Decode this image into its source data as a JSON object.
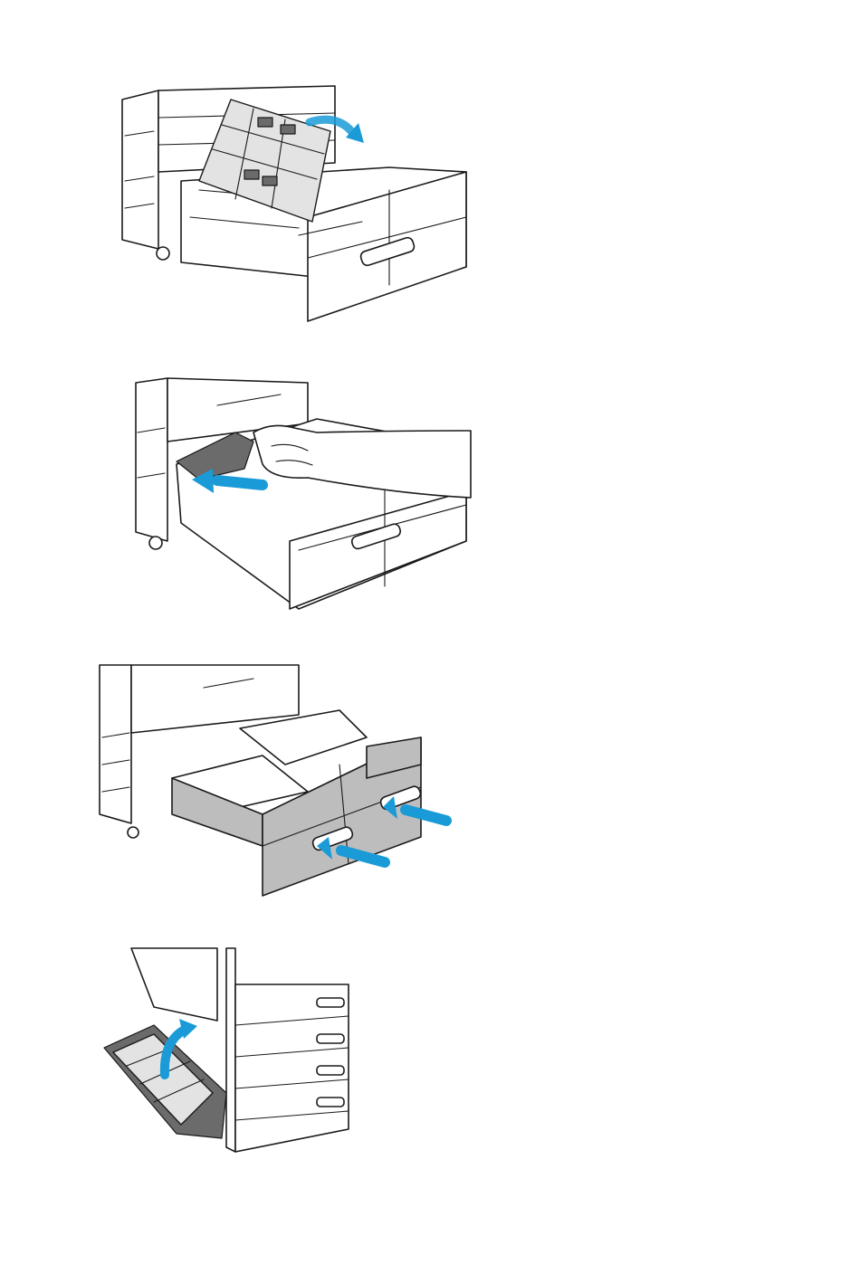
{
  "page": {
    "background": "#ffffff"
  },
  "colors": {
    "arrow": "#1a9bd7",
    "tray_shade": "#bdbdbd",
    "line": "#1a1a1a"
  },
  "figures": [
    {
      "id": "step-1",
      "icon": "arrow-open-cover"
    },
    {
      "id": "step-2",
      "icon": "arrow-push-right"
    },
    {
      "id": "step-3",
      "icon": "arrow-push-right"
    },
    {
      "id": "step-4",
      "icon": "arrow-curved-close"
    }
  ]
}
